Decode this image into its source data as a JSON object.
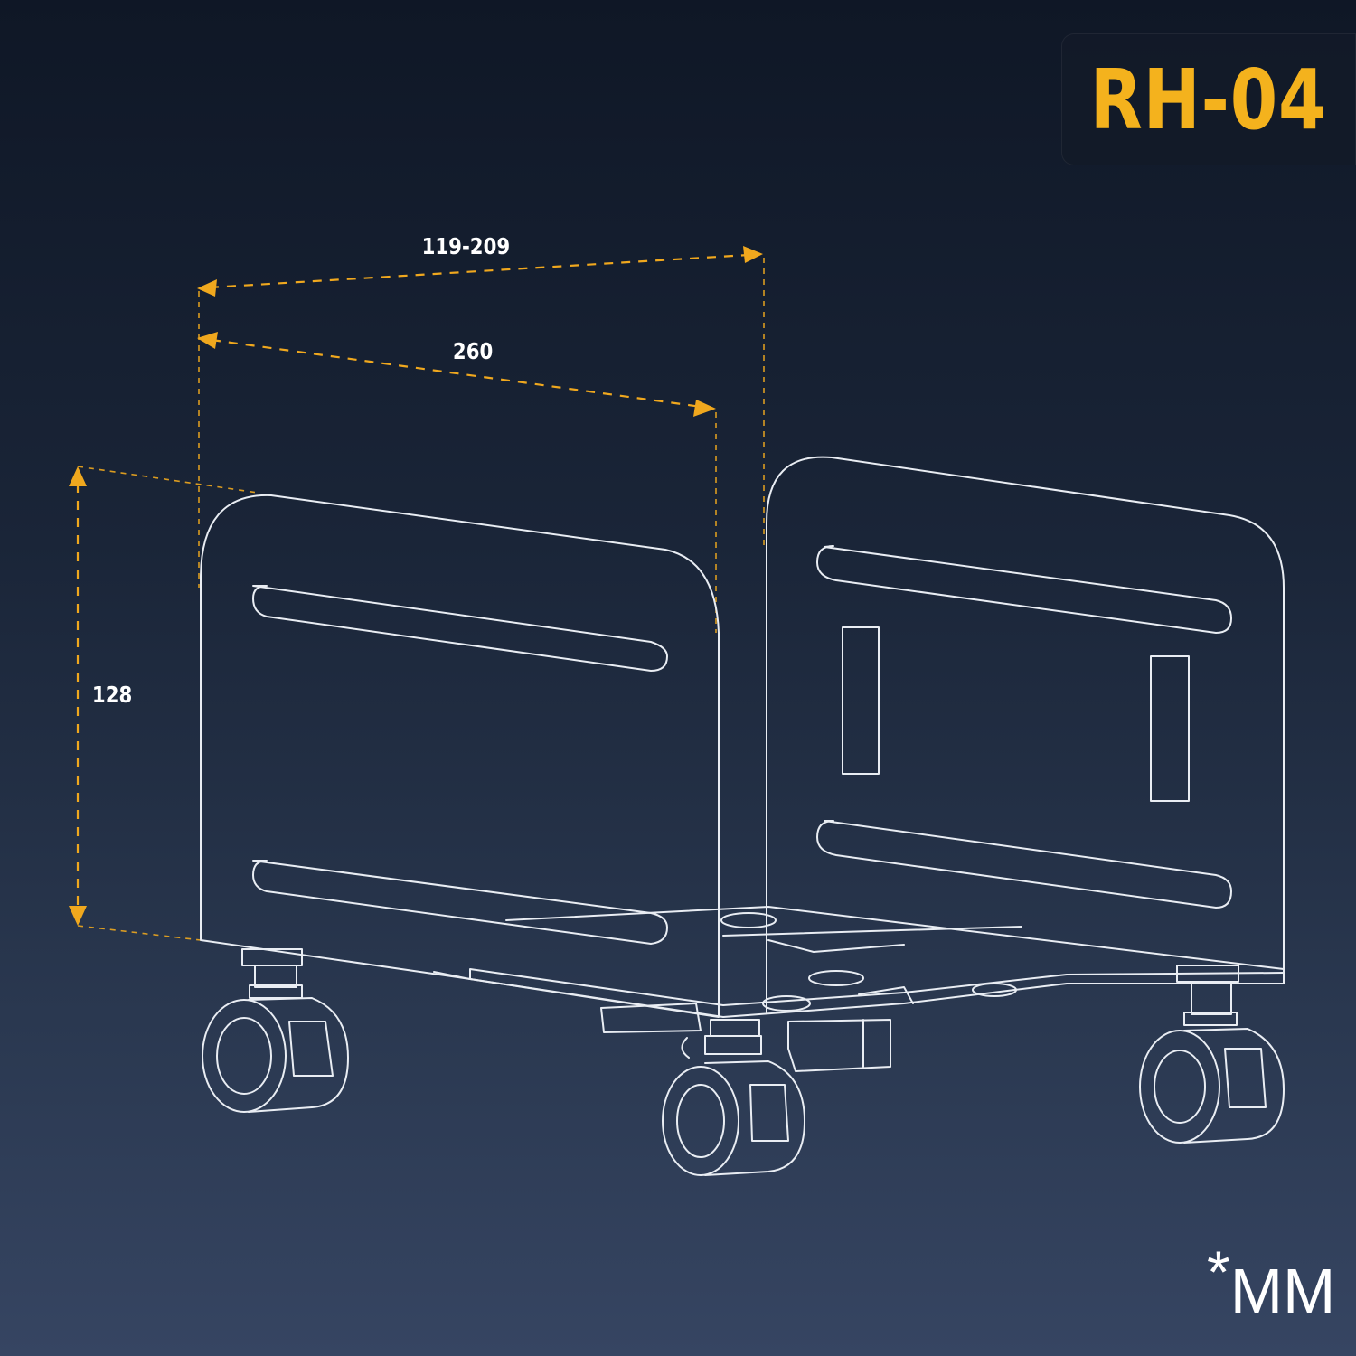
{
  "model_badge": {
    "text": "RH-04"
  },
  "dimensions": {
    "adjustable_width": "119-209",
    "length": "260",
    "height": "128"
  },
  "unit_note": {
    "star": "*",
    "unit": "MM"
  },
  "colors": {
    "accent": "#f4b21d",
    "outline": "#e9edf3",
    "background_top": "#0f1726",
    "background_bottom": "#364562"
  }
}
